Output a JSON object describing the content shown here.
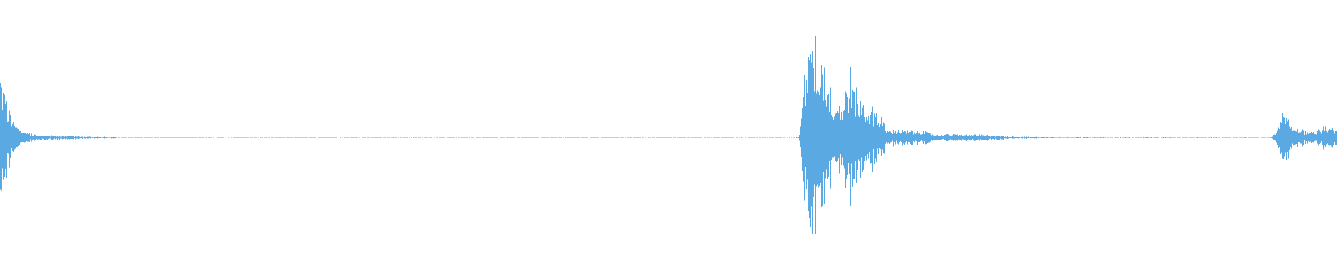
{
  "waveform": {
    "color": "#5aa9e3",
    "background": "#ffffff",
    "amplitude_envelope": [
      {
        "t": 0.0,
        "a": 0.68
      },
      {
        "t": 0.002,
        "a": 0.55
      },
      {
        "t": 0.006,
        "a": 0.3
      },
      {
        "t": 0.012,
        "a": 0.12
      },
      {
        "t": 0.02,
        "a": 0.05
      },
      {
        "t": 0.03,
        "a": 0.025
      },
      {
        "t": 0.055,
        "a": 0.02
      },
      {
        "t": 0.06,
        "a": 0.012
      },
      {
        "t": 0.085,
        "a": 0.008
      },
      {
        "t": 0.09,
        "a": 0.004
      },
      {
        "t": 0.583,
        "a": 0.004
      },
      {
        "t": 0.598,
        "a": 0.006
      },
      {
        "t": 0.602,
        "a": 0.72
      },
      {
        "t": 0.606,
        "a": 0.85
      },
      {
        "t": 0.61,
        "a": 1.0
      },
      {
        "t": 0.616,
        "a": 0.8
      },
      {
        "t": 0.622,
        "a": 0.45
      },
      {
        "t": 0.63,
        "a": 0.35
      },
      {
        "t": 0.636,
        "a": 0.72
      },
      {
        "t": 0.642,
        "a": 0.4
      },
      {
        "t": 0.65,
        "a": 0.33
      },
      {
        "t": 0.658,
        "a": 0.25
      },
      {
        "t": 0.664,
        "a": 0.08
      },
      {
        "t": 0.69,
        "a": 0.07
      },
      {
        "t": 0.7,
        "a": 0.035
      },
      {
        "t": 0.74,
        "a": 0.03
      },
      {
        "t": 0.76,
        "a": 0.012
      },
      {
        "t": 0.8,
        "a": 0.006
      },
      {
        "t": 0.95,
        "a": 0.005
      },
      {
        "t": 0.955,
        "a": 0.05
      },
      {
        "t": 0.957,
        "a": 0.2
      },
      {
        "t": 0.961,
        "a": 0.33
      },
      {
        "t": 0.966,
        "a": 0.2
      },
      {
        "t": 0.972,
        "a": 0.08
      },
      {
        "t": 0.985,
        "a": 0.06
      },
      {
        "t": 0.99,
        "a": 0.12
      },
      {
        "t": 1.0,
        "a": 0.09
      }
    ]
  }
}
